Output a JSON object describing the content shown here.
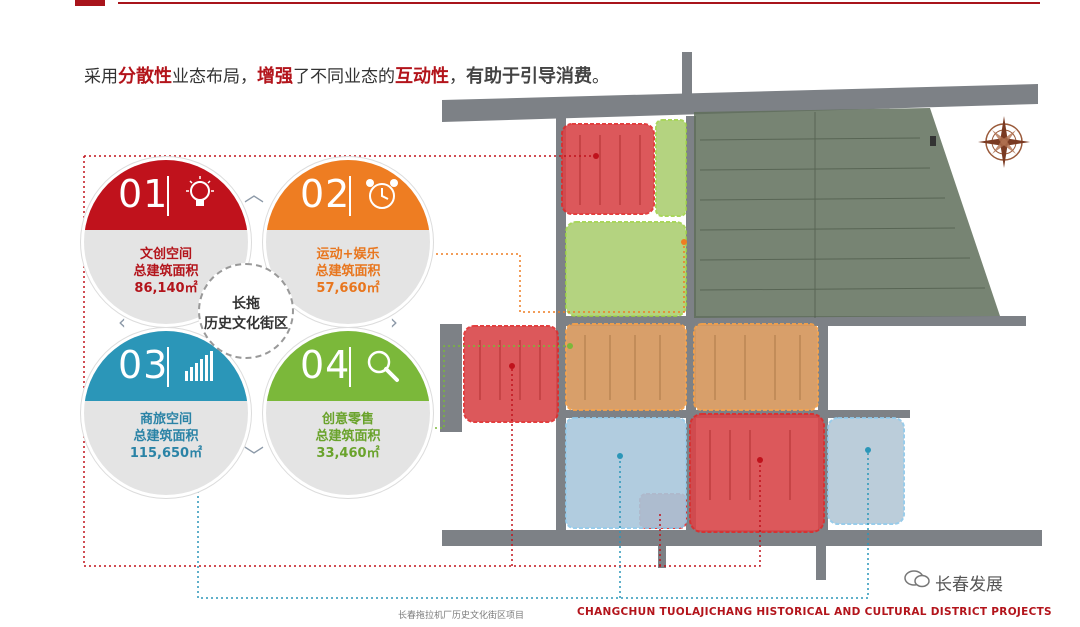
{
  "headline": {
    "p1": "采用",
    "k1": "分散性",
    "p2": "业态布局，",
    "k2": "增强",
    "p3": "了不同业态的",
    "k3": "互动性",
    "p4": "，",
    "k4": "有助于引导消费",
    "p5": "。"
  },
  "center": {
    "line1": "长拖",
    "line2": "历史文化街区"
  },
  "segments": [
    {
      "number": "01",
      "name": "文创空间",
      "metric": "总建筑面积",
      "area": "86,140㎡",
      "color": "#c0121c",
      "icon": "lightbulb-icon"
    },
    {
      "number": "02",
      "name": "运动+娱乐",
      "metric": "总建筑面积",
      "area": "57,660㎡",
      "color": "#ee7d22",
      "icon": "alarm-clock-icon"
    },
    {
      "number": "03",
      "name": "商旅空间",
      "metric": "总建筑面积",
      "area": "115,650㎡",
      "color": "#2b96b8",
      "icon": "bar-chart-icon"
    },
    {
      "number": "04",
      "name": "创意零售",
      "metric": "总建筑面积",
      "area": "33,460㎡",
      "color": "#7bb83a",
      "icon": "magnifier-icon"
    }
  ],
  "footer": {
    "cn": "长春拖拉机厂历史文化街区项目",
    "en": "CHANGCHUN TUOLAJICHANG HISTORICAL AND  CULTURAL DISTRICT PROJECTS"
  },
  "watermark": "长春发展"
}
